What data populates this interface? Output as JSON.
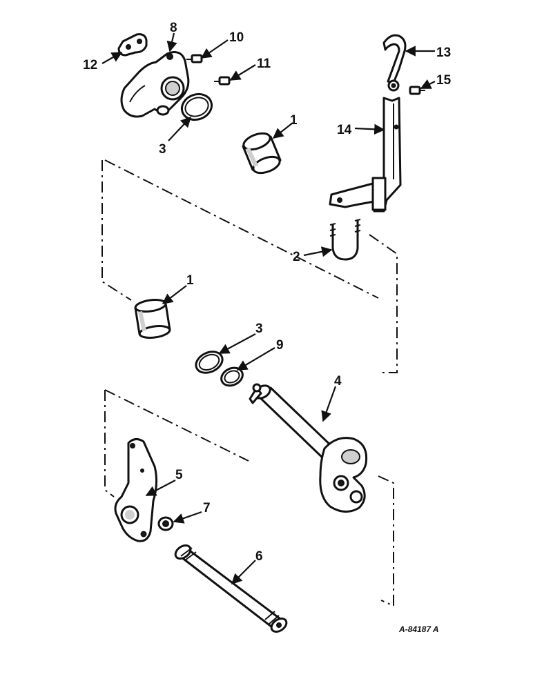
{
  "diagram": {
    "drawing_number": "A-84187 A",
    "callouts": [
      "1",
      "1",
      "2",
      "3",
      "3",
      "4",
      "5",
      "6",
      "7",
      "8",
      "9",
      "10",
      "11",
      "12",
      "13",
      "14",
      "15"
    ]
  }
}
